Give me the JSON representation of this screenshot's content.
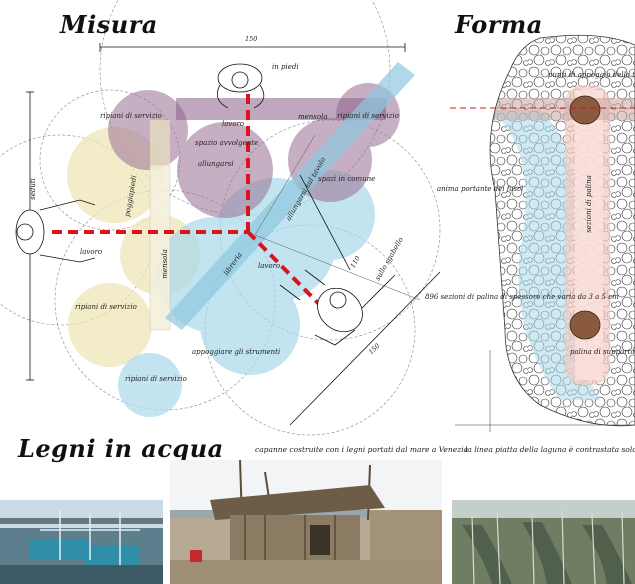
{
  "titles": {
    "misura": "Misura",
    "forma": "Forma",
    "legni": "Legni in acqua"
  },
  "misura_labels": {
    "dim_top": "150",
    "dim_diag_1": "150",
    "dim_diag_2": "110",
    "in_piedi": "in piedi",
    "ripiani_servizio_1": "ripiani di servizio",
    "ripiani_servizio_2": "ripiani di servizio",
    "ripiani_servizio_3": "ripiani di servizio",
    "ripiani_servizio_4": "ripiani di servizio",
    "lavoro_1": "lavoro",
    "lavoro_2": "lavoro",
    "lavoro_3": "lavoro",
    "mensola_1": "mensola",
    "mensola_2": "mensola",
    "spazio_avvolgente": "spazio avvolgente",
    "allungarsi": "allungarsi",
    "allungarsi_sul_tavolo": "allungarsi sul tavolo",
    "spazi_in_comune": "spazi in comune",
    "seduti": "seduti",
    "poggiapiedi": "poggiapiedi",
    "libreria": "libreria",
    "sullo_sgabello": "sullo sgabello",
    "appoggiare_strumenti": "appoggiare gli strumenti"
  },
  "forma_labels": {
    "top": "punti di appoggio della tavola",
    "anima": "anima portante dei fasci",
    "sezioni": "896 sezioni di palina di spessore che varia da 3 a 5 cm",
    "vertical": "sezioni di palina",
    "bottom": "palina di supporto"
  },
  "captions": {
    "photo2": "capanne costruite con i legni portati dal mare a Venezia",
    "photo3": "la linea piatta della laguna è contrastata solo dalle p"
  },
  "colors": {
    "purple": "#9b6f93",
    "yellow": "#efe6b8",
    "blue": "#a9d8ea",
    "red": "#d9141b"
  }
}
